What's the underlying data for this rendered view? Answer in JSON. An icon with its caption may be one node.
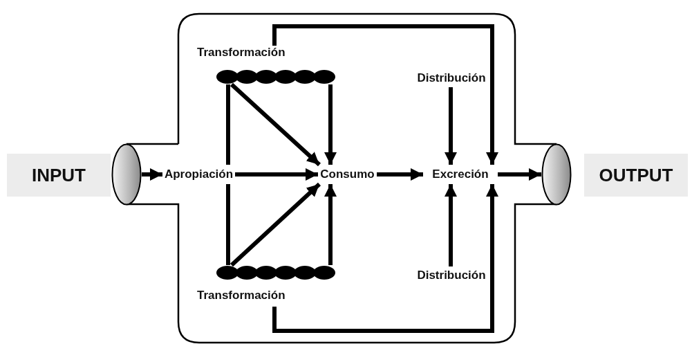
{
  "diagram": {
    "nodes": [
      {
        "text": [
          "INPUT"
        ]
      },
      {
        "text": [],
        "shape": "ellipse"
      },
      {
        "text": [
          "Transformación"
        ]
      },
      {
        "text": [
          "Apropiación"
        ]
      },
      {
        "text": [
          "Consumo"
        ]
      },
      {
        "text": [
          "Distribución"
        ]
      },
      {
        "text": [
          "Excreción"
        ]
      },
      {
        "text": [],
        "shape": "ellipse"
      },
      {
        "text": [
          "OUTPUT"
        ]
      },
      {
        "text": [
          "Transformación"
        ]
      },
      {
        "text": [
          "Distribución"
        ]
      }
    ],
    "edges": [
      {
        "from": 1,
        "to": 3,
        "arrow": "to"
      },
      {
        "from": 3,
        "to": 4,
        "arrow": "to"
      },
      {
        "from": 4,
        "to": 6,
        "arrow": "to"
      },
      {
        "from": 6,
        "to": 7,
        "arrow": "to"
      },
      {
        "from": 2,
        "to": 4,
        "arrow": "to"
      },
      {
        "from": 2,
        "to": 4,
        "arrow": "to"
      },
      {
        "from": 2,
        "to": 3,
        "arrow": "none"
      },
      {
        "from": 9,
        "to": 4,
        "arrow": "to"
      },
      {
        "from": 9,
        "to": 4,
        "arrow": "to"
      },
      {
        "from": 3,
        "to": 9,
        "arrow": "none"
      },
      {
        "from": 2,
        "to": 6,
        "arrow": "to"
      },
      {
        "from": 9,
        "to": 6,
        "arrow": "to"
      },
      {
        "from": 5,
        "to": 6,
        "arrow": "to"
      },
      {
        "from": 10,
        "to": 6,
        "arrow": "to"
      }
    ]
  }
}
